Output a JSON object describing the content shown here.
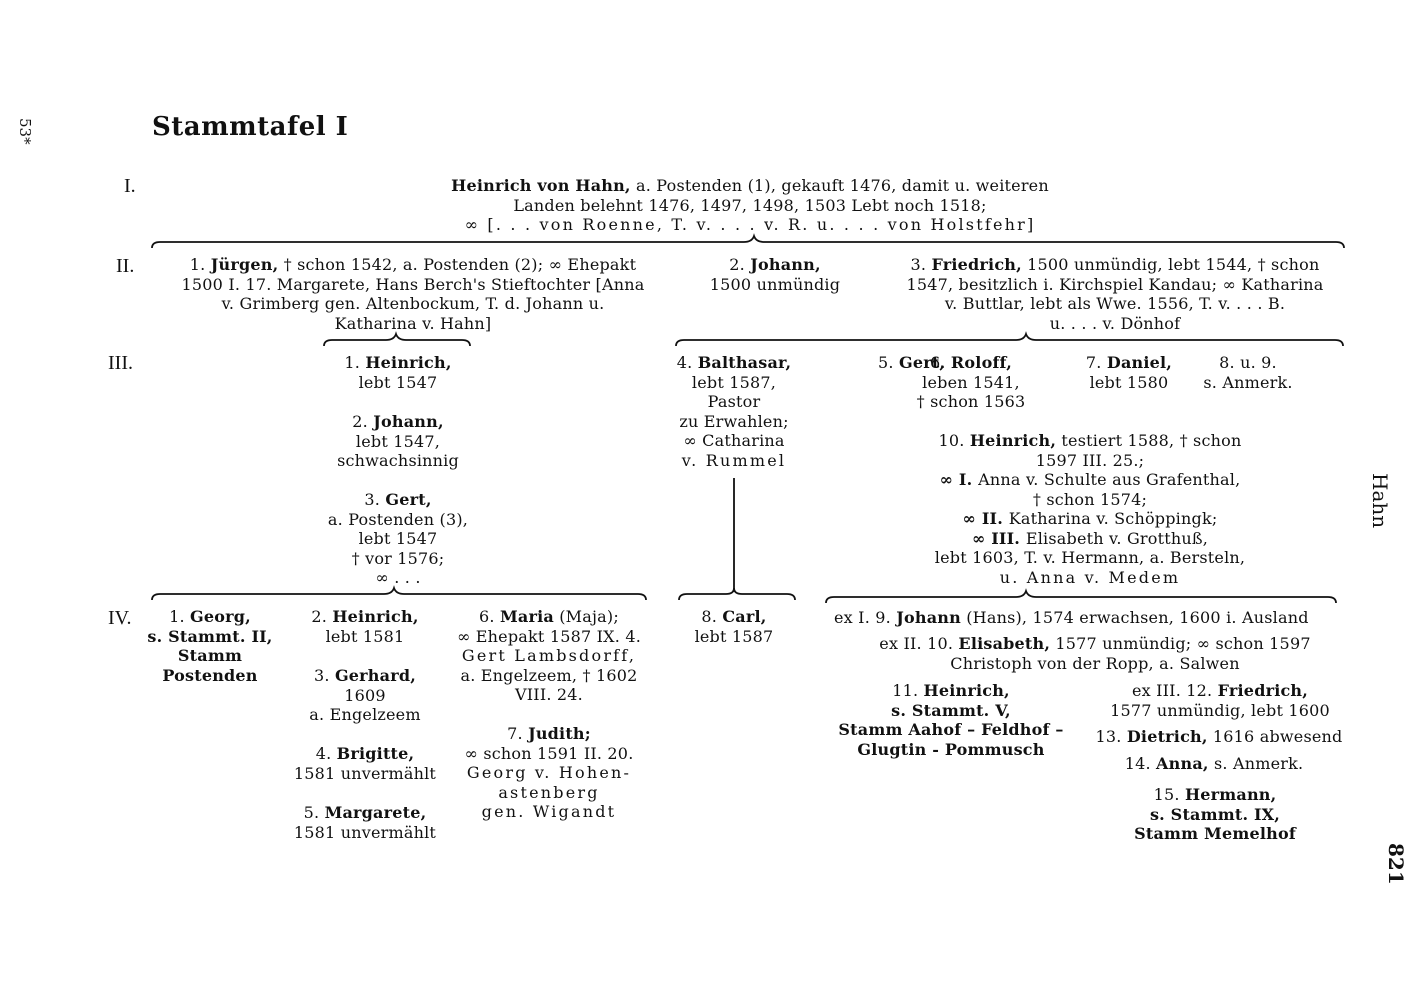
{
  "page": {
    "side_page_label": "53*",
    "title": "Stammtafel I",
    "running_head": "Hahn",
    "page_number": "821"
  },
  "generations": [
    "I.",
    "II.",
    "III.",
    "IV."
  ],
  "gen1": {
    "line1_name": "Heinrich von Hahn,",
    "line1_rest": " a. Postenden (1), gekauft 1476, damit u. weiteren",
    "line2": "Landen belehnt 1476, 1497, 1498, 1503 Lebt noch 1518;",
    "line3": "∞ [. . . von Roenne, T. v. . . . v. R. u. . . . von Holstfehr]"
  },
  "gen2": {
    "juergen": {
      "l1_num": "1. ",
      "l1_name": "Jürgen,",
      "l1_rest": " † schon 1542, a. Postenden (2); ∞ Ehepakt",
      "l2": "1500 I. 17. Margarete, Hans Berch's Stieftochter [Anna",
      "l3": "v. Grimberg gen. Altenbockum, T. d. Johann u.",
      "l4": "Katharina v. Hahn]"
    },
    "johann": {
      "l1_num": "2. ",
      "l1_name": "Johann,",
      "l2": "1500 unmündig"
    },
    "friedrich": {
      "l1_num": "3. ",
      "l1_name": "Friedrich,",
      "l1_rest": " 1500 unmündig, lebt 1544, † schon",
      "l2": "1547, besitzlich i. Kirchspiel Kandau; ∞ Katharina",
      "l3": "v. Buttlar, lebt als Wwe. 1556, T. v. . . . B.",
      "l4": "u. . . . v. Dönhof"
    }
  },
  "gen3": {
    "heinrich": {
      "num": "1. ",
      "name": "Heinrich,",
      "l2": "lebt 1547"
    },
    "johann": {
      "num": "2. ",
      "name": "Johann,",
      "l2": "lebt 1547,",
      "l3": "schwachsinnig"
    },
    "gert": {
      "num": "3. ",
      "name": "Gert,",
      "l2": "a. Postenden (3),",
      "l3": "lebt 1547",
      "l4": "† vor 1576;",
      "l5": "∞ . . ."
    },
    "balthasar": {
      "num": "4. ",
      "name": "Balthasar,",
      "l2": "lebt 1587,",
      "l3": "Pastor",
      "l4": "zu Erwahlen;",
      "l5": "∞ Catharina",
      "l6": "v. Rummel"
    },
    "gert5": {
      "num": "5. ",
      "name": "Gert,"
    },
    "roloff": {
      "num": "6. ",
      "name": "Roloff,",
      "l2": "leben 1541,",
      "l3": "† schon 1563"
    },
    "daniel": {
      "num": "7. ",
      "name": "Daniel,",
      "l2": "lebt 1580"
    },
    "eight_nine": {
      "l1": "8. u. 9.",
      "l2": "s. Anmerk."
    },
    "heinrich10": {
      "num": "10. ",
      "name": "Heinrich,",
      "l1_rest": " testiert 1588, † schon",
      "l2": "1597 III. 25.;",
      "l3_pre": "∞ I. ",
      "l3_rest": "Anna v. Schulte aus Grafenthal,",
      "l4": "† schon 1574;",
      "l5_pre": "∞ II. ",
      "l5_rest": "Katharina v. Schöppingk;",
      "l6_pre": "∞ III. ",
      "l6_rest": "Elisabeth v. Grotthuß,",
      "l7": "lebt 1603, T. v. Hermann, a. Bersteln,",
      "l8": "u. Anna v. Medem"
    }
  },
  "gen4": {
    "georg": {
      "num": "1. ",
      "name": "Georg,",
      "l2": "s. Stammt. II,",
      "l3": "Stamm",
      "l4": "Postenden"
    },
    "heinrich2": {
      "num": "2. ",
      "name": "Heinrich,",
      "l2": "lebt 1581"
    },
    "gerhard": {
      "num": "3. ",
      "name": "Gerhard,",
      "l2": "1609",
      "l3": "a. Engelzeem"
    },
    "brigitte": {
      "num": "4. ",
      "name": "Brigitte,",
      "l2": "1581 unvermählt"
    },
    "margarete": {
      "num": "5. ",
      "name": "Margarete,",
      "l2": "1581 unvermählt"
    },
    "maria": {
      "num": "6. ",
      "name": "Maria",
      "l1_rest": " (Maja);",
      "l2": "∞ Ehepakt 1587 IX. 4.",
      "l3": "Gert Lambsdorff,",
      "l4": "a. Engelzeem, † 1602",
      "l5": "VIII. 24."
    },
    "judith": {
      "num": "7. ",
      "name": "Judith;",
      "l2": "∞ schon 1591 II. 20.",
      "l3": "Georg v. Hohen-",
      "l4": "astenberg",
      "l5": "gen. Wigandt"
    },
    "carl": {
      "num": "8. ",
      "name": "Carl,",
      "l2": "lebt 1587"
    },
    "johann9": {
      "pre": "ex I. 9. ",
      "name": "Johann",
      "rest": " (Hans), 1574 erwachsen, 1600 i. Ausland"
    },
    "elisabeth10": {
      "pre": "ex II. 10. ",
      "name": "Elisabeth,",
      "rest": " 1577 unmündig; ∞ schon 1597",
      "l2": "Christoph von der Ropp, a. Salwen"
    },
    "heinrich11": {
      "num": "11. ",
      "name": "Heinrich,",
      "l2": "s. Stammt. V,",
      "l3": "Stamm Aahof – Feldhof –",
      "l4": "Glugtin - Pommusch"
    },
    "friedrich12": {
      "pre": "ex III. 12. ",
      "name": "Friedrich,",
      "l2": "1577 unmündig, lebt 1600"
    },
    "dietrich13": {
      "num": "13. ",
      "name": "Dietrich,",
      "rest": " 1616 abwesend"
    },
    "anna14": {
      "num": "14. ",
      "name": "Anna,",
      "rest": " s. Anmerk."
    },
    "hermann15": {
      "num": "15. ",
      "name": "Hermann,",
      "l2": "s. Stammt. IX,",
      "l3": "Stamm Memelhof"
    }
  }
}
